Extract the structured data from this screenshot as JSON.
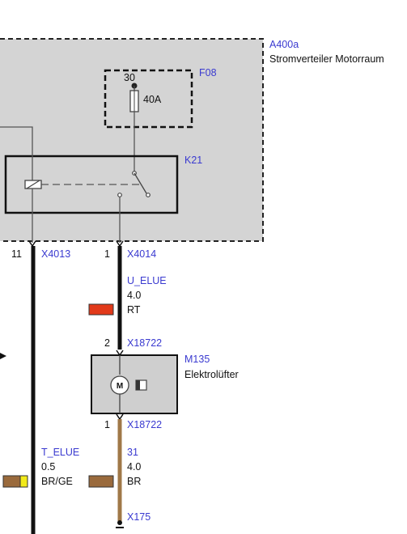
{
  "distributor": {
    "id": "A400a",
    "name": "Stromverteiler Motorraum"
  },
  "fuse": {
    "id": "F08",
    "pin": "30",
    "rating": "40A"
  },
  "relay": {
    "id": "K21"
  },
  "connectors": {
    "left_top": {
      "pin": "11",
      "id": "X4013"
    },
    "right_top": {
      "pin": "1",
      "id": "X4014"
    },
    "motor_in": {
      "pin": "2",
      "id": "X18722"
    },
    "motor_out": {
      "pin": "1",
      "id": "X18722"
    },
    "ground": {
      "id": "X175"
    }
  },
  "wires": {
    "u_elue": {
      "name": "U_ELUE",
      "size": "4.0",
      "color_code": "RT",
      "swatch": "#e23a1a"
    },
    "w31": {
      "name": "31",
      "size": "4.0",
      "color_code": "BR",
      "swatch": "#9a6a3c"
    },
    "t_elue": {
      "name": "T_ELUE",
      "size": "0.5",
      "color_code": "BR/GE",
      "swatch_main": "#9a6a3c",
      "swatch_stripe": "#f2ea1a"
    }
  },
  "motor": {
    "id": "M135",
    "name": "Elektrolüfter",
    "symbol": "M"
  },
  "colors": {
    "panel": "#d4d4d4",
    "label_blue": "#3a3ad0",
    "brown_wire": "#a07848",
    "box": "#cfcfcf"
  }
}
